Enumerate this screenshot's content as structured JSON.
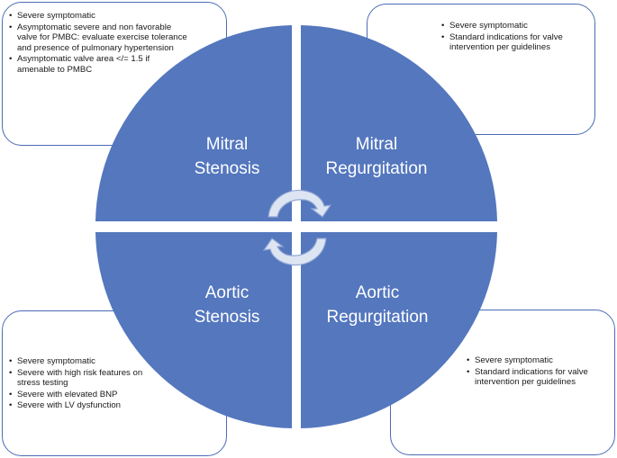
{
  "quadrants": {
    "mitral_stenosis": {
      "line1": "Mitral",
      "line2": "Stenosis"
    },
    "mitral_regurgitation": {
      "line1": "Mitral",
      "line2": "Regurgitation"
    },
    "aortic_stenosis": {
      "line1": "Aortic",
      "line2": "Stenosis"
    },
    "aortic_regurgitation": {
      "line1": "Aortic",
      "line2": "Regurgitation"
    }
  },
  "notes": {
    "mitral_stenosis": [
      "Severe symptomatic",
      "Asymptomatic severe and non favorable valve for PMBC: evaluate exercise tolerance and presence of pulmonary hypertension",
      "Asymptomatic valve area </= 1.5 if amenable to PMBC"
    ],
    "mitral_regurgitation": [
      "Severe symptomatic",
      "Standard indications for valve intervention per guidelines"
    ],
    "aortic_stenosis": [
      "Severe symptomatic",
      "Severe with high risk features on stress testing",
      "Severe with elevated BNP",
      "Severe with LV dysfunction"
    ],
    "aortic_regurgitation": [
      "Severe symptomatic",
      "Standard indications for valve intervention per guidelines"
    ]
  },
  "colors": {
    "circle_fill": "#5477be",
    "note_border": "#4a6bb5",
    "arrow_fill": "#dde5f3",
    "arrow_stroke": "#8fa5d4"
  }
}
